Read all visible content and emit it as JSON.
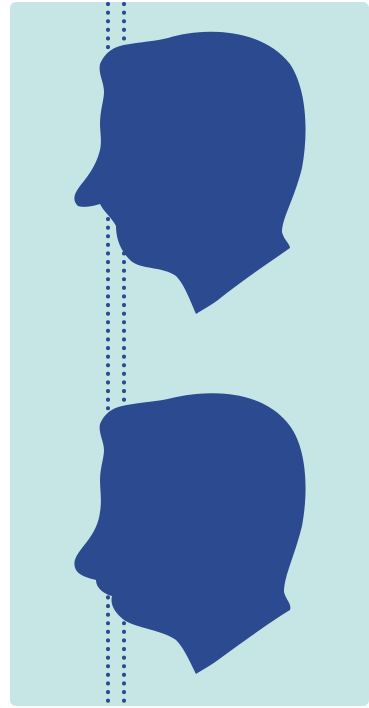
{
  "colors": {
    "page_background": "#ffffff",
    "panel_background": "#c6e6e5",
    "silhouette": "#2b4a8f",
    "dotted_line": "#2b4a8f"
  },
  "figures": [
    {
      "name": "profile-head-top",
      "description_icon": "head-silhouette-icon"
    },
    {
      "name": "profile-head-bottom",
      "description_icon": "head-silhouette-icon"
    }
  ],
  "guide_lines": [
    {
      "name": "dotted-guide-line-left"
    },
    {
      "name": "dotted-guide-line-right"
    }
  ]
}
